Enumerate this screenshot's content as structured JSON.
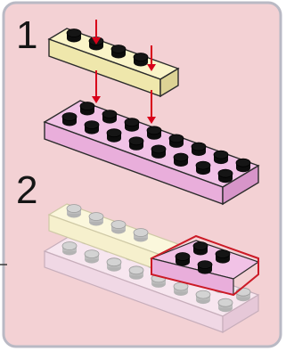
{
  "steps": [
    {
      "number": "1"
    },
    {
      "number": "2"
    }
  ],
  "colors": {
    "panel_background": "#f3d1d4",
    "panel_border": "#b9b9c4",
    "cream_brick": "#faf4c8",
    "pink_brick": "#f1c2e6",
    "ghost_pink_brick": "#f7e6ef",
    "stud_dark": "#151515",
    "stud_light": "#d3d3d3",
    "guide_arrow": "#d8001a",
    "highlight_outline": "#cc1a26"
  },
  "icons": {
    "guide_arrows": "down-arrow-icon",
    "placement_highlight": "outline-box"
  }
}
